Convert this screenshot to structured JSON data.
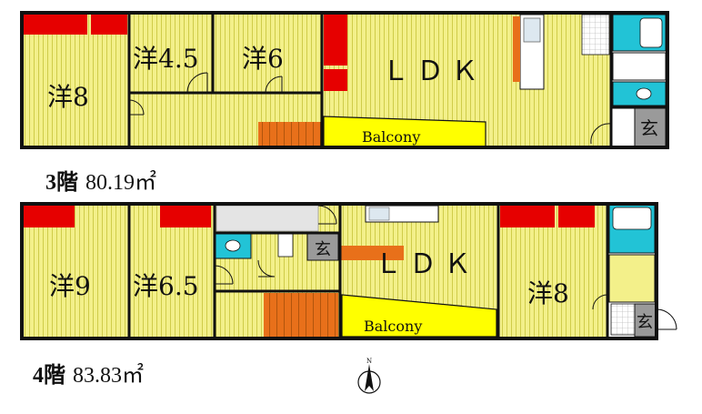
{
  "floor3": {
    "rooms": {
      "r8": "洋8",
      "r45": "洋4.5",
      "r6": "洋6",
      "ldk": "ＬＤＫ",
      "balcony": "Balcony",
      "entrance": "玄"
    },
    "caption": {
      "floor": "3階",
      "area": "80.19㎡"
    }
  },
  "floor4": {
    "rooms": {
      "r9": "洋9",
      "r65": "洋6.5",
      "ldk": "ＬＤＫ",
      "balcony": "Balcony",
      "r8": "洋8",
      "entrance_a": "玄",
      "entrance_b": "玄"
    },
    "caption": {
      "floor": "4階",
      "area": "83.83㎡"
    }
  },
  "compass": {
    "label": "N"
  },
  "colors": {
    "room": "#f3f08a",
    "stripe": "#d2cf4e",
    "storage": "#e60000",
    "balcony": "#ffff00",
    "stairs": "#e8701a",
    "bath": "#22c3d6",
    "entrance": "#9a9a9a",
    "wall": "#111111"
  }
}
